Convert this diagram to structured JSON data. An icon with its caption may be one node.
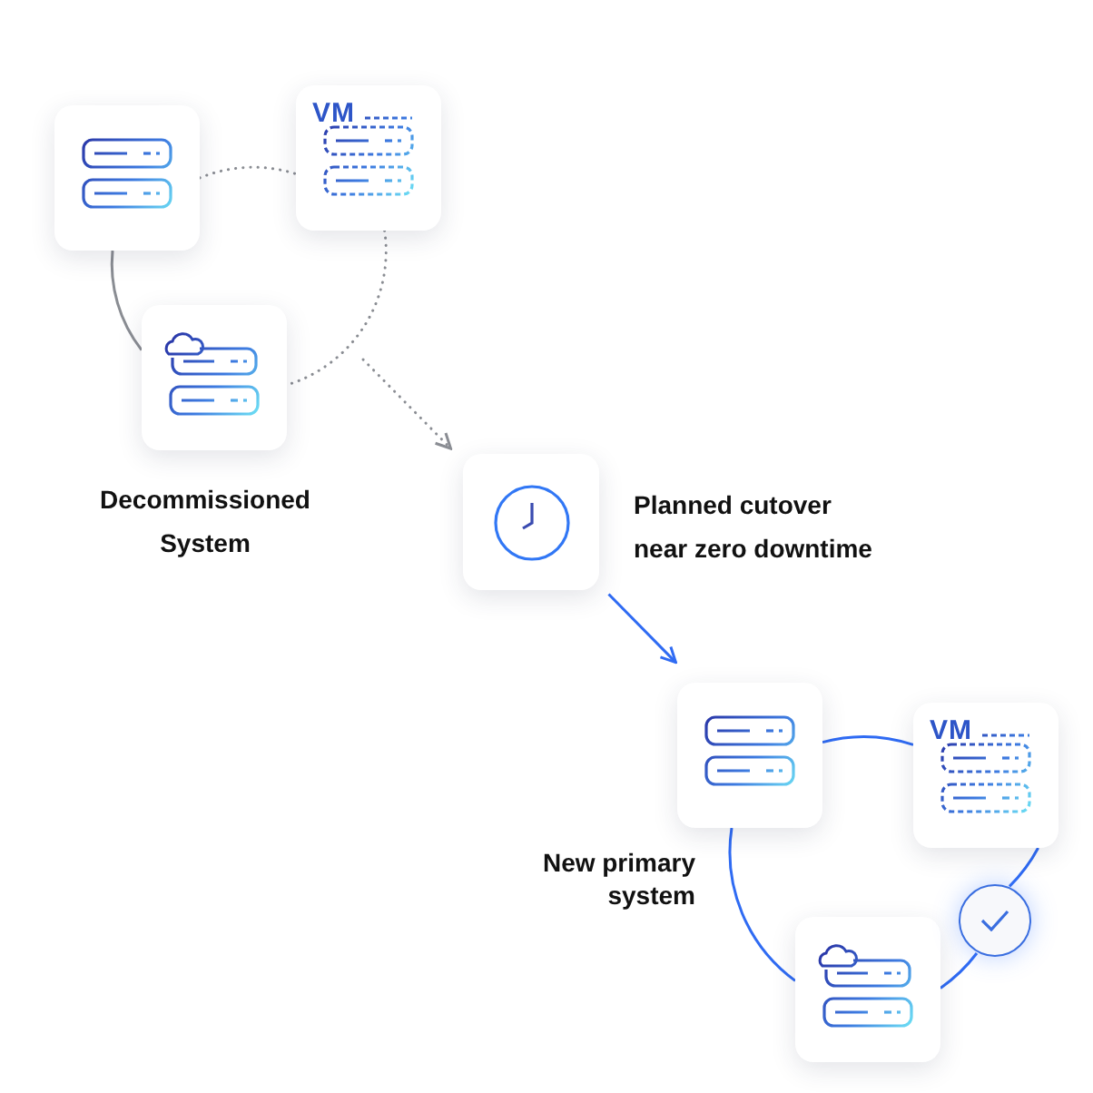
{
  "diagram": {
    "nodes": [
      {
        "text": [],
        "shape": "box"
      },
      {
        "text": [
          "VM"
        ]
      },
      {
        "text": [],
        "shape": "box"
      },
      {
        "text": [],
        "shape": "box",
        "beside": [
          "Planned cutover near zero downtime"
        ]
      },
      {
        "text": [],
        "shape": "box"
      },
      {
        "text": [
          "VM"
        ]
      },
      {
        "text": [],
        "shape": "box"
      },
      {
        "text": [],
        "shape": "circle"
      }
    ],
    "edges": [
      {
        "from": 0,
        "to": 1,
        "arrow": "none",
        "style": "dashed",
        "color": "#8a8d93"
      },
      {
        "from": 1,
        "to": 2,
        "arrow": "none",
        "style": "dashed",
        "color": "#8a8d93"
      },
      {
        "from": 2,
        "to": 0,
        "arrow": "none",
        "color": "#8a8d93"
      },
      {
        "from": null,
        "to": 3,
        "arrow": "to",
        "style": "dashed",
        "color": "#8a8d93"
      },
      {
        "from": 3,
        "to": 4,
        "arrow": "to"
      },
      {
        "from": 4,
        "to": 5,
        "arrow": "none"
      },
      {
        "from": 5,
        "to": 7,
        "arrow": "none"
      },
      {
        "from": 7,
        "to": 6,
        "arrow": "none"
      },
      {
        "from": 6,
        "to": 4,
        "arrow": "none"
      }
    ],
    "labels": [
      "Decommissioned System",
      "New primary system"
    ]
  }
}
